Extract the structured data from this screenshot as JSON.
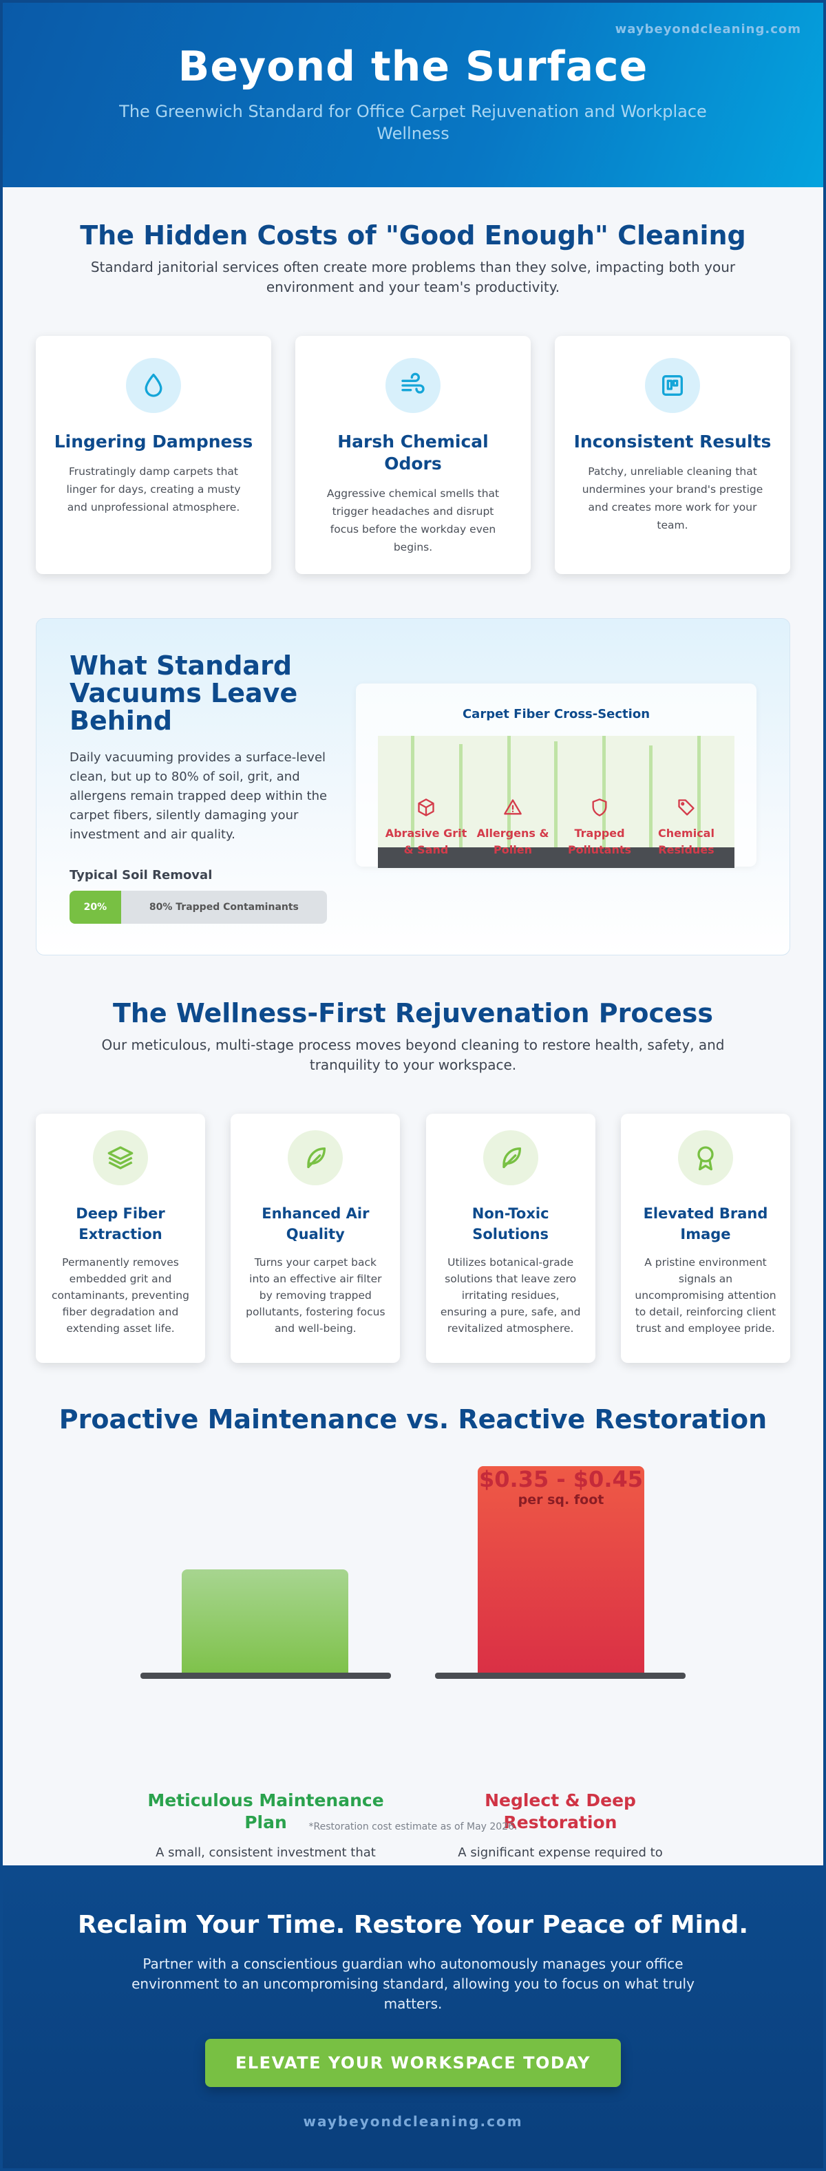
{
  "header": {
    "domain": "waybeyondcleaning.com",
    "title": "Beyond the Surface",
    "subtitle": "The Greenwich Standard for Office Carpet Rejuvenation and Workplace Wellness"
  },
  "hidden_costs": {
    "title": "The Hidden Costs of \"Good Enough\" Cleaning",
    "subtitle": "Standard janitorial services often create more problems than they solve, impacting both your environment and your team's productivity.",
    "cards": [
      {
        "icon": "droplet-icon",
        "title": "Lingering Dampness",
        "text": "Frustratingly damp carpets that linger for days, creating a musty and unprofessional atmosphere."
      },
      {
        "icon": "wind-icon",
        "title": "Harsh Chemical Odors",
        "text": "Aggressive chemical smells that trigger headaches and disrupt focus before the workday even begins."
      },
      {
        "icon": "kanban-icon",
        "title": "Inconsistent Results",
        "text": "Patchy, unreliable cleaning that undermines your brand's prestige and creates more work for your team."
      }
    ]
  },
  "vacuum": {
    "title": "What Standard Vacuums Leave Behind",
    "description": "Daily vacuuming provides a surface-level clean, but up to 80% of soil, grit, and allergens remain trapped deep within the carpet fibers, silently damaging your investment and air quality.",
    "soil_label": "Typical Soil Removal",
    "soil_removed_percent": 20,
    "soil_removed_label": "20%",
    "soil_trapped_label": "80% Trapped Contaminants",
    "diagram_title": "Carpet Fiber Cross-Section",
    "contaminants": [
      {
        "icon": "cube-icon",
        "label": "Abrasive Grit & Sand"
      },
      {
        "icon": "warning-icon",
        "label": "Allergens & Pollen"
      },
      {
        "icon": "shield-icon",
        "label": "Trapped Pollutants"
      },
      {
        "icon": "tag-icon",
        "label": "Chemical Residues"
      }
    ],
    "colors": {
      "fiber": "#bfe3a5",
      "contaminant": "#d43b4a"
    }
  },
  "process": {
    "title": "The Wellness-First Rejuvenation Process",
    "subtitle": "Our meticulous, multi-stage process moves beyond cleaning to restore health, safety, and tranquility to your workspace.",
    "cards": [
      {
        "icon": "layers-icon",
        "title": "Deep Fiber Extraction",
        "text": "Permanently removes embedded grit and contaminants, preventing fiber degradation and extending asset life."
      },
      {
        "icon": "feather-icon",
        "title": "Enhanced Air Quality",
        "text": "Turns your carpet back into an effective air filter by removing trapped pollutants, fostering focus and well-being."
      },
      {
        "icon": "feather-icon",
        "title": "Non-Toxic Solutions",
        "text": "Utilizes botanical-grade solutions that leave zero irritating residues, ensuring a pure, safe, and revitalized atmosphere."
      },
      {
        "icon": "award-icon",
        "title": "Elevated Brand Image",
        "text": "A pristine environment signals an uncompromising attention to detail, reinforcing client trust and employee pride."
      }
    ]
  },
  "comparison": {
    "title": "Proactive Maintenance vs. Reactive Restoration",
    "maintenance": {
      "title": "Meticulous Maintenance Plan",
      "text": "A small, consistent investment that protects carpet integrity, ensures a healthy environment, and prevents costly future repairs.",
      "relative_cost": 0.5,
      "color": "#7fc24b"
    },
    "restoration": {
      "title": "Neglect & Deep Restoration",
      "text": "A significant expense required to reverse damage caused by accumulated grit and soil, with no guarantee of full recovery.",
      "price": "$0.35 - $0.45",
      "unit": "per sq. foot",
      "relative_cost": 1.0,
      "color": "#da3045"
    },
    "footnote": "*Restoration cost estimate as of May 2026."
  },
  "cta": {
    "title": "Reclaim Your Time. Restore Your Peace of Mind.",
    "text": "Partner with a conscientious guardian who autonomously manages your office environment to an uncompromising standard, allowing you to focus on what truly matters.",
    "button": "ELEVATE YOUR WORKSPACE TODAY",
    "domain": "waybeyondcleaning.com"
  }
}
